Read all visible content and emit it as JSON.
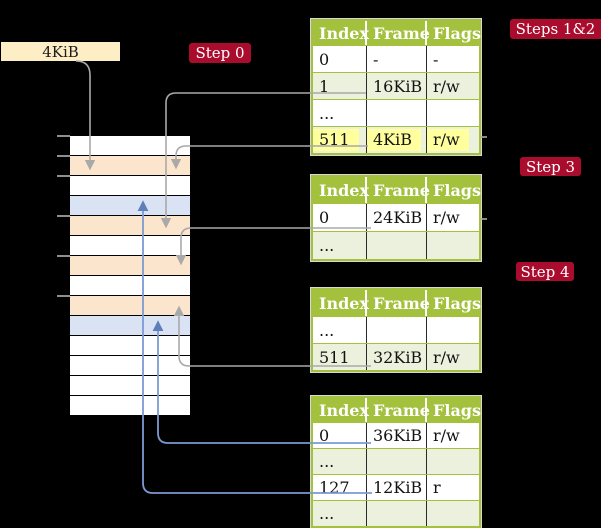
{
  "colors": {
    "background": "#000000",
    "accent_red": "#aa0c2e",
    "table_header_green": "#a3c13c",
    "table_row_green": "#ebf1dd",
    "frame_peach": "#fce5cd",
    "frame_blue": "#dae3f3",
    "root_box_yellow": "#fdeec6",
    "highlight_yellow": "#ffff9e",
    "connector_gray": "#a9a9a9",
    "connector_blue": "#7c9ad2"
  },
  "root_pointer": {
    "label": "4KiB"
  },
  "badges": {
    "step0": "Step 0",
    "steps12": "Steps 1&2",
    "step3": "Step 3",
    "step4": "Step 4"
  },
  "memory_column": {
    "rows": [
      "white",
      "peach",
      "white",
      "blue",
      "peach",
      "white",
      "peach",
      "white",
      "peach",
      "blue",
      "white",
      "white",
      "white",
      "white"
    ],
    "tick_count": 6
  },
  "tables": [
    {
      "name": "steps-1-2-page-table",
      "headers": [
        "Index",
        "Frame",
        "Flags"
      ],
      "rows": [
        [
          "0",
          "-",
          "-"
        ],
        [
          "1",
          "16KiB",
          "r/w"
        ],
        [
          "...",
          "",
          ""
        ],
        [
          "511",
          "4KiB",
          "r/w"
        ]
      ],
      "highlighted_row_index": 3
    },
    {
      "name": "step-3-page-table",
      "headers": [
        "Index",
        "Frame",
        "Flags"
      ],
      "rows": [
        [
          "0",
          "24KiB",
          "r/w"
        ],
        [
          "...",
          "",
          ""
        ]
      ]
    },
    {
      "name": "step-4-page-table",
      "headers": [
        "Index",
        "Frame",
        "Flags"
      ],
      "rows": [
        [
          "...",
          "",
          ""
        ],
        [
          "511",
          "32KiB",
          "r/w"
        ]
      ]
    },
    {
      "name": "final-page-table",
      "headers": [
        "Index",
        "Frame",
        "Flags"
      ],
      "rows": [
        [
          "0",
          "36KiB",
          "r/w"
        ],
        [
          "...",
          "",
          ""
        ],
        [
          "127",
          "12KiB",
          "r"
        ],
        [
          "...",
          "",
          ""
        ]
      ]
    }
  ],
  "connectors": [
    {
      "name": "root-box-to-4kib-frame",
      "color": "gray"
    },
    {
      "name": "entry1-16kib-to-frame",
      "color": "gray"
    },
    {
      "name": "entry511-4kib-to-frame",
      "color": "gray"
    },
    {
      "name": "entry0-24kib-to-frame",
      "color": "gray"
    },
    {
      "name": "entry511-32kib-to-frame",
      "color": "gray"
    },
    {
      "name": "entry0-36kib-to-frame",
      "color": "blue"
    },
    {
      "name": "entry127-12kib-to-frame",
      "color": "blue"
    }
  ]
}
